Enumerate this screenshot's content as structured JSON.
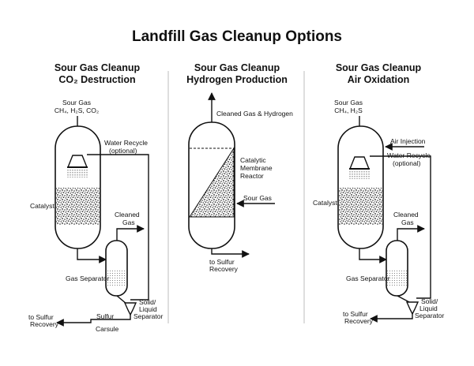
{
  "title": "Landfill Gas Cleanup Options",
  "panels": [
    {
      "title_line1": "Sour Gas Cleanup",
      "title_line2": "CO₂ Destruction",
      "labels": {
        "sour_gas": "Sour Gas",
        "sour_gas_comp": "CH₄, H₂S, CO₂",
        "water_recycle": "Water Recycle",
        "optional": "(optional)",
        "catalyst": "Catalyst",
        "cleaned": "Cleaned",
        "gas": "Gas",
        "gas_separator": "Gas Separator",
        "solid": "Solid/",
        "liquid": "Liquid",
        "separator": "Separator",
        "sulfur": "Sulfur",
        "carsule": "Carsule",
        "to_sulfur": "to Sulfur",
        "recovery": "Recovery"
      }
    },
    {
      "title_line1": "Sour Gas Cleanup",
      "title_line2": "Hydrogen Production",
      "labels": {
        "cleaned_gas_hydrogen": "Cleaned Gas & Hydrogen",
        "catalytic": "Catalytic",
        "membrane": "Membrane",
        "reactor": "Reactor",
        "sour_gas": "Sour Gas",
        "to_sulfur": "to Sulfur",
        "recovery": "Recovery"
      }
    },
    {
      "title_line1": "Sour Gas Cleanup",
      "title_line2": "Air Oxidation",
      "labels": {
        "sour_gas": "Sour Gas",
        "sour_gas_comp": "CH₄, H₂S",
        "air_injection": "Air Injection",
        "water_recycle": "Water Recycle",
        "optional": "(optional)",
        "catalyst": "Catalyst",
        "cleaned": "Cleaned",
        "gas": "Gas",
        "gas_separator": "Gas Separator",
        "solid": "Solid/",
        "liquid": "Liquid",
        "separator": "Separator",
        "to_sulfur": "to Sulfur",
        "recovery": "Recovery"
      }
    }
  ]
}
